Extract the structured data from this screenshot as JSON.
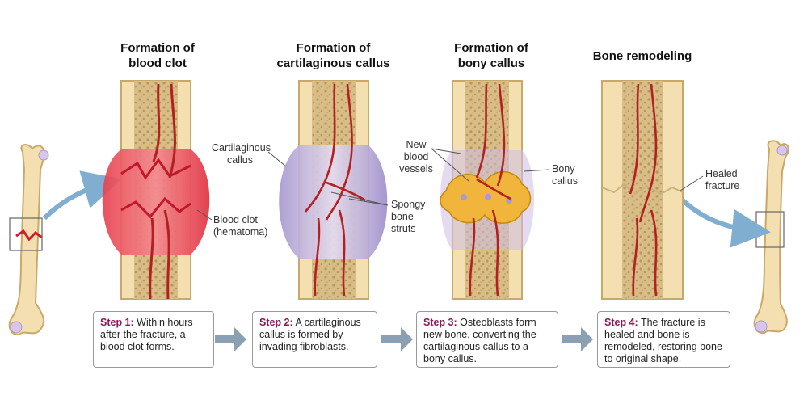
{
  "headings": {
    "panel1": "Formation of blood clot",
    "panel2": "Formation of cartilaginous callus",
    "panel3": "Formation of bony callus",
    "panel4": "Bone remodeling"
  },
  "labels": {
    "cartilaginous_callus": "Cartilaginous callus",
    "blood_clot": "Blood clot (hematoma)",
    "spongy_bone_struts": "Spongy bone struts",
    "new_blood_vessels": "New blood vessels",
    "bony_callus": "Bony callus",
    "healed_fracture": "Healed fracture"
  },
  "steps": [
    {
      "title": "Step 1:",
      "text": "Within hours after the fracture, a blood clot forms."
    },
    {
      "title": "Step 2:",
      "text": "A cartilaginous callus is formed by invading fibroblasts."
    },
    {
      "title": "Step 3:",
      "text": "Osteoblasts form new bone, converting the cartilaginous callus to a bony callus."
    },
    {
      "title": "Step 4:",
      "text": "The fracture is healed and bone is remodeled, restoring bone to original shape."
    }
  ],
  "colors": {
    "bone": "#f3dfb0",
    "bone_edge": "#c9a86a",
    "spongy": "#cdb07a",
    "vessel": "#b3201f",
    "hematoma": "#e8414f",
    "cartilage": "#b7a9d8",
    "bony_callus": "#f0b53a",
    "arrow": "#7faed0",
    "step_title": "#8a1a5a"
  }
}
